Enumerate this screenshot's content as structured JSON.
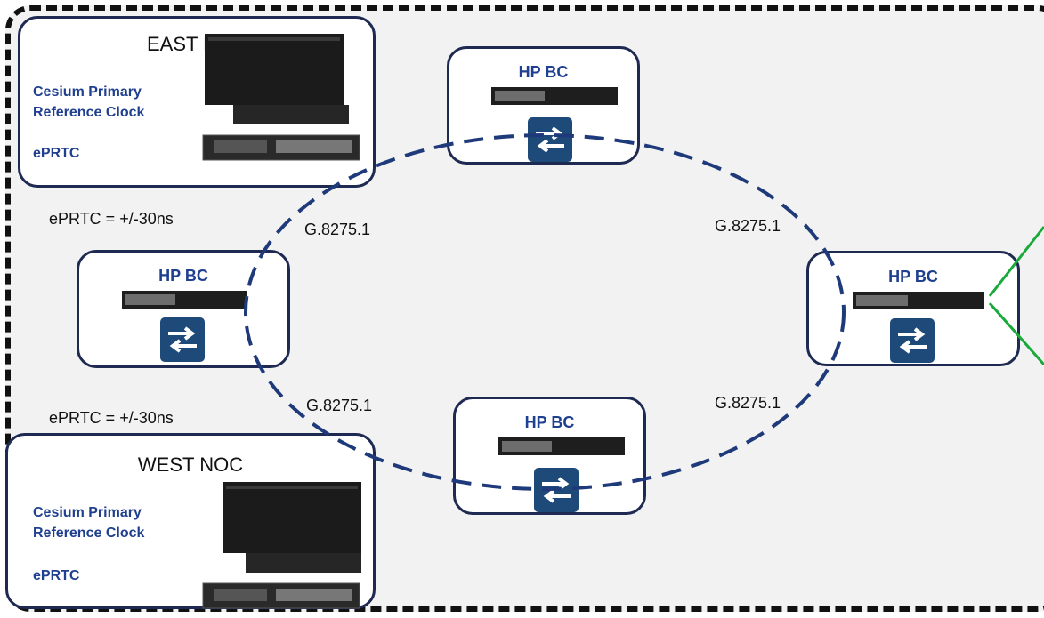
{
  "east_noc": {
    "title": "EAST NOC",
    "clock_line1": "Cesium Primary",
    "clock_line2": "Reference Clock",
    "eprtc": "ePRTC"
  },
  "west_noc": {
    "title": "WEST NOC",
    "clock_line1": "Cesium Primary",
    "clock_line2": "Reference Clock",
    "eprtc": "ePRTC"
  },
  "nodes": {
    "top": "HP BC",
    "left": "HP BC",
    "right": "HP BC",
    "bottom": "HP BC"
  },
  "links": {
    "top_left": "G.8275.1",
    "top_right": "G.8275.1",
    "bottom_left": "G.8275.1",
    "bottom_right": "G.8275.1"
  },
  "accuracy": {
    "east": "ePRTC = +/-30ns",
    "west": "ePRTC = +/-30ns"
  },
  "colors": {
    "ring": "#1f3a7a",
    "node_border": "#1f2a52",
    "switch_icon": "#1d4a78",
    "green_link": "#1aaa3c"
  }
}
